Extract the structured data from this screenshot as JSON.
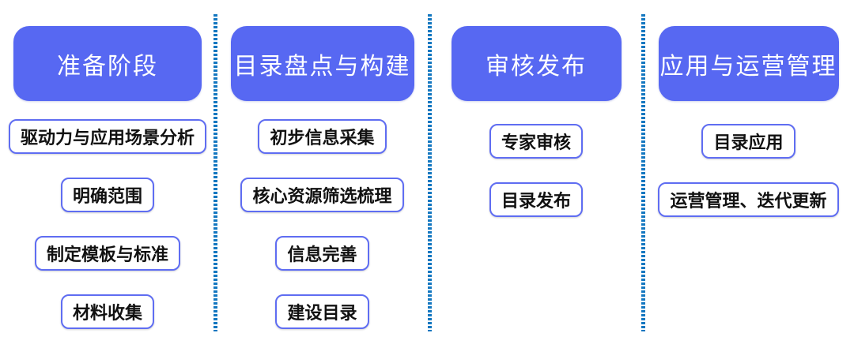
{
  "diagram": {
    "columns": [
      {
        "header": "准备阶段",
        "items": [
          "驱动力与应用场景分析",
          "明确范围",
          "制定模板与标准",
          "材料收集"
        ]
      },
      {
        "header": "目录盘点与构建",
        "items": [
          "初步信息采集",
          "核心资源筛选梳理",
          "信息完善",
          "建设目录"
        ]
      },
      {
        "header": "审核发布",
        "items": [
          "专家审核",
          "目录发布"
        ]
      },
      {
        "header": "应用与运营管理",
        "items": [
          "目录应用",
          "运营管理、迭代更新"
        ]
      }
    ],
    "colors": {
      "background": "#ffffff",
      "header_bg": "#5768f2",
      "header_text": "#ffffff",
      "item_border": "#5f6df2",
      "item_bg": "#ffffff",
      "item_text": "#111111",
      "divider_dot": "#1377c0"
    }
  }
}
